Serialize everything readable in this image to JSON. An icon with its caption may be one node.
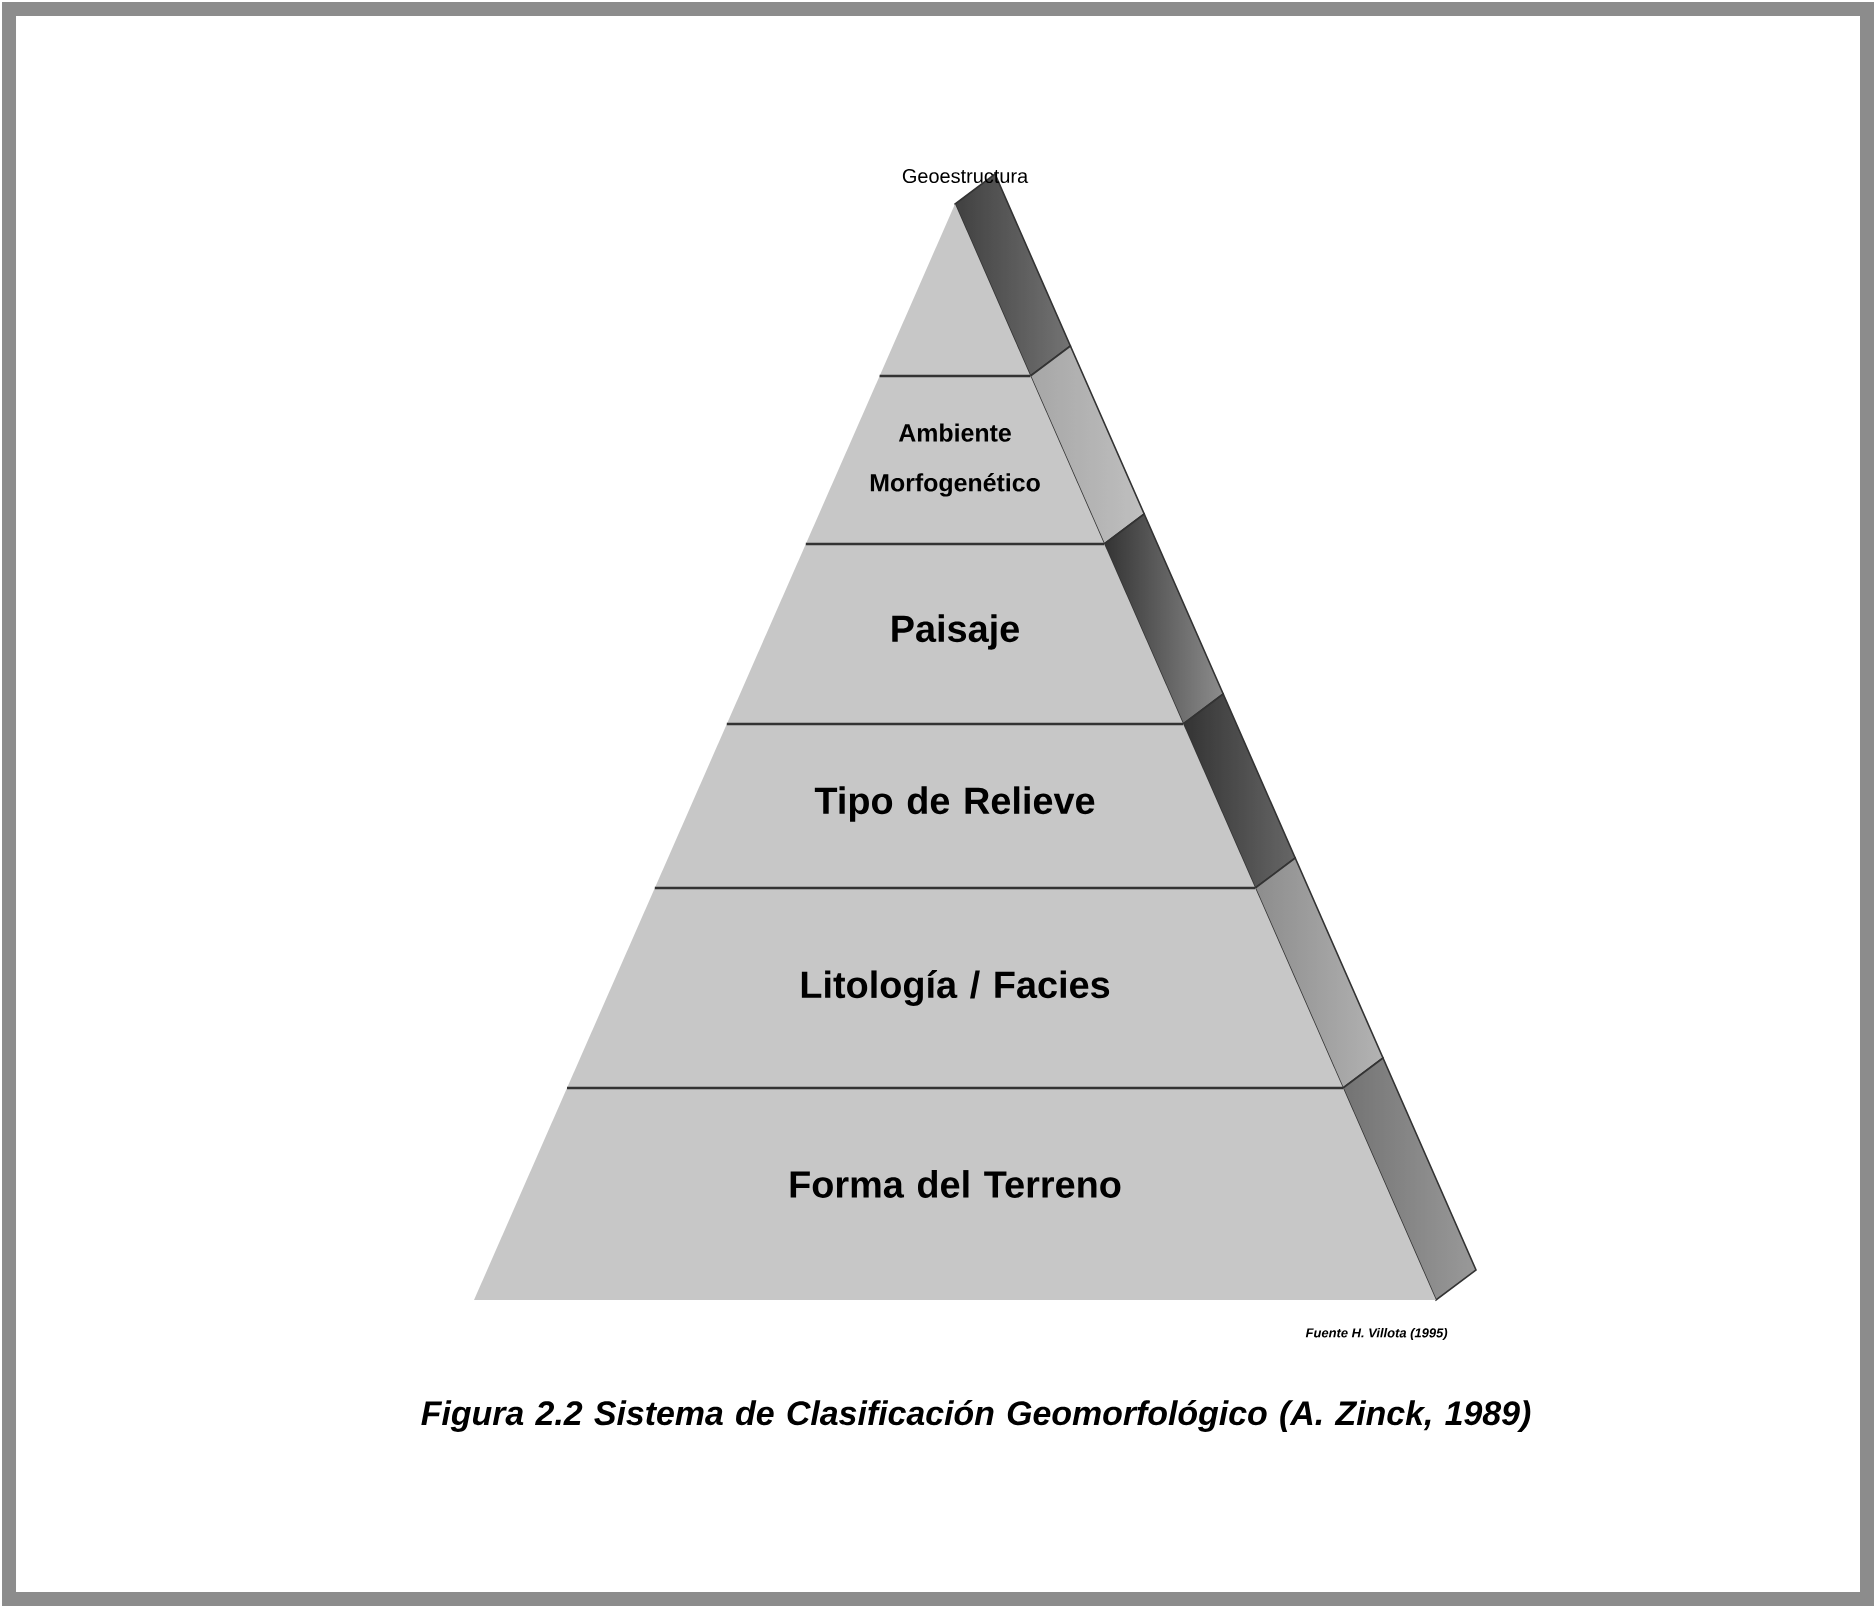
{
  "diagram": {
    "caption": "Figura 2.2 Sistema de Clasificación Geomorfológico (A. Zinck, 1989)",
    "nodes": [
      {
        "text": [
          "Geoestructura"
        ]
      },
      {
        "text": [
          "Ambiente Morfogenético"
        ]
      },
      {
        "text": [
          "Paisaje"
        ]
      },
      {
        "text": [
          "Tipo de Relieve"
        ]
      },
      {
        "text": [
          "Litología / Facies"
        ]
      },
      {
        "text": [
          "Forma del Terreno"
        ]
      }
    ],
    "labels": [
      "Fuente H. Villota (1995)"
    ]
  }
}
